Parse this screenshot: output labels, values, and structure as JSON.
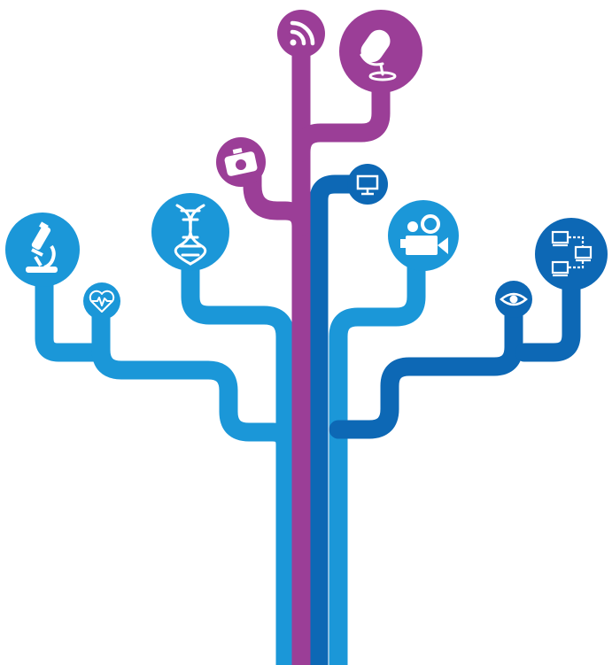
{
  "colors": {
    "light_blue": "#1b97d8",
    "dark_blue": "#0d68b5",
    "purple": "#9b3e97",
    "icon": "#ffffff"
  },
  "nodes": [
    {
      "icon": "rss-icon",
      "color": "purple"
    },
    {
      "icon": "microphone-icon",
      "color": "purple"
    },
    {
      "icon": "camera-icon",
      "color": "purple"
    },
    {
      "icon": "monitor-icon",
      "color": "dark_blue"
    },
    {
      "icon": "dna-icon",
      "color": "light_blue"
    },
    {
      "icon": "microscope-icon",
      "color": "light_blue"
    },
    {
      "icon": "heart-monitor-icon",
      "color": "light_blue"
    },
    {
      "icon": "video-camera-icon",
      "color": "light_blue"
    },
    {
      "icon": "eye-icon",
      "color": "dark_blue"
    },
    {
      "icon": "network-icon",
      "color": "dark_blue"
    }
  ]
}
